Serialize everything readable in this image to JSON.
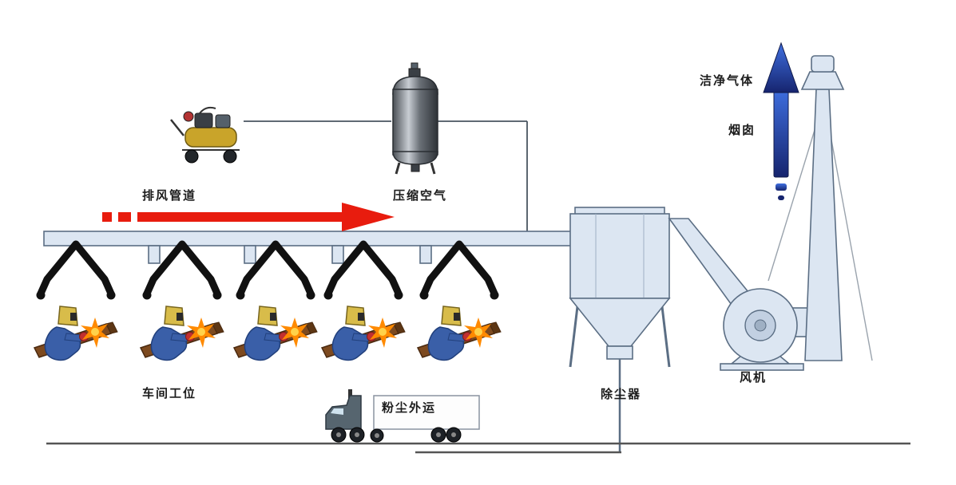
{
  "diagram": {
    "labels": {
      "exhaust_duct": "排风管道",
      "compressed_air": "压缩空气",
      "workshop_stations": "车间工位",
      "dust_transport": "粉尘外运",
      "dust_collector": "除尘器",
      "fan": "风机",
      "chimney": "烟囱",
      "clean_gas": "洁净气体"
    },
    "colors": {
      "equipment_fill": "#dce6f2",
      "equipment_stroke": "#5b6e84",
      "exhaust_arrow": "#e81c0e",
      "clean_gas_arrow": "#2742b8",
      "arm_color": "#111111",
      "beam_color": "#7d4a1f",
      "worker_color": "#3a5fa8",
      "spark_color": "#ff8a00",
      "ground_color": "#555555"
    },
    "flow": {
      "exhaust_direction": "right",
      "clean_gas_direction": "up"
    },
    "station_count": 5,
    "equipment_icons": [
      "air-compressor-icon",
      "compressed-air-tank-icon",
      "extraction-arm-icon",
      "welder-icon",
      "dust-collector-icon",
      "fan-icon",
      "chimney-icon",
      "dust-truck-icon"
    ]
  }
}
